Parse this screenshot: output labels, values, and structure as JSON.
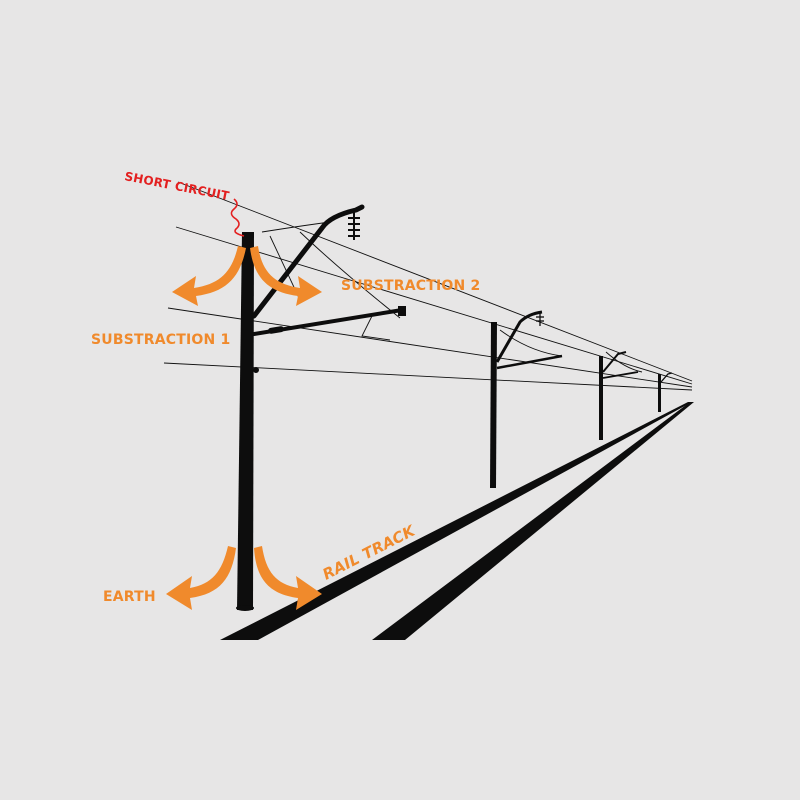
{
  "labels": {
    "short_circuit": "SHORT CIRCUIT",
    "substraction_1": "SUBSTRACTION 1",
    "substraction_2": "SUBSTRACTION 2",
    "earth": "EARTH",
    "rail_track": "RAIL TRACK"
  },
  "colors": {
    "background": "#e7e6e6",
    "structure": "#0d0d0d",
    "accent_orange": "#f08a2c",
    "short_circuit_red": "#e32020"
  }
}
